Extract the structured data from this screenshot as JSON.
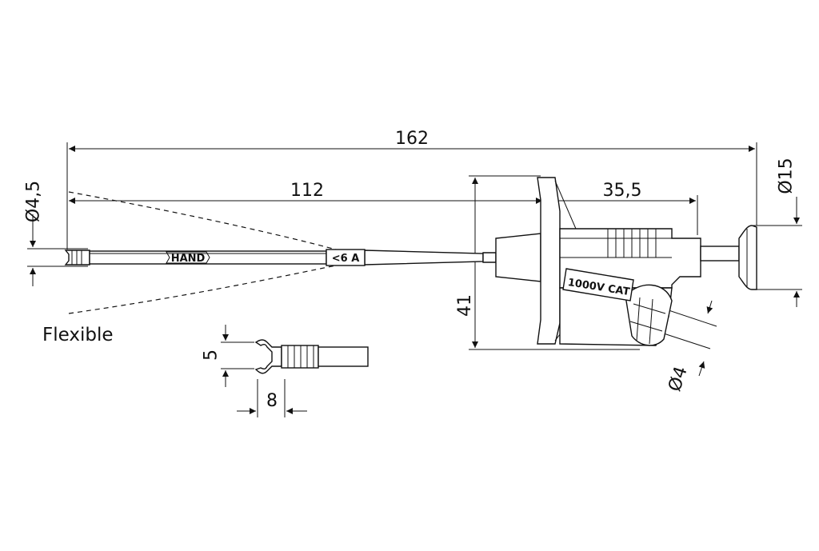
{
  "dimensions": {
    "total_length": "162",
    "lead_length": "112",
    "grip_length": "35,5",
    "height": "41",
    "lead_diameter": "Ø4,5",
    "cap_diameter": "Ø15",
    "socket_diameter": "Ø4",
    "jaw_opening": "5",
    "jaw_width": "8"
  },
  "labels": {
    "flexible": "Flexible",
    "hand_marking": "HAND",
    "current_rating": "<6 A",
    "voltage_rating": "1000V CAT"
  }
}
